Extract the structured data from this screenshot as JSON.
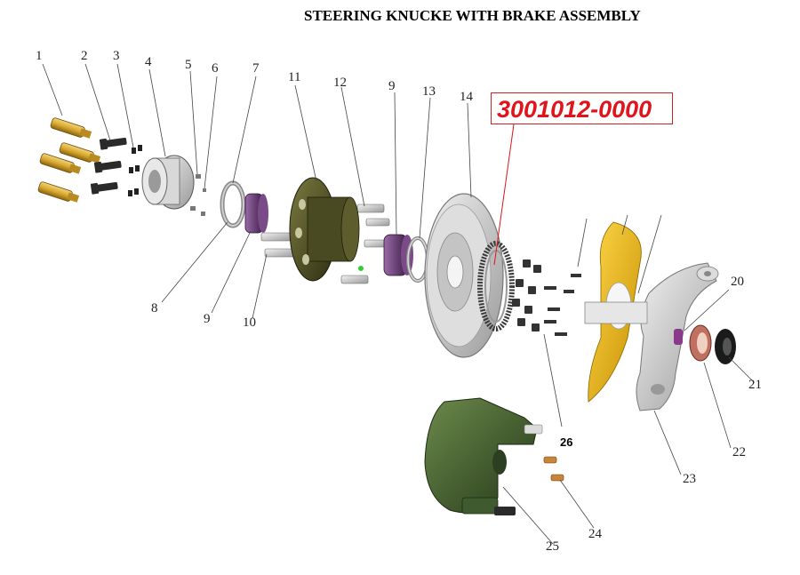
{
  "title": "STEERING KNUCKE WITH BRAKE ASSEMBLY",
  "part_number": "3001012-0000",
  "callouts": {
    "c1": "1",
    "c2": "2",
    "c3": "3",
    "c4": "4",
    "c5": "5",
    "c6": "6",
    "c7": "7",
    "c8": "8",
    "c9a": "9",
    "c9b": "9",
    "c10": "10",
    "c11": "11",
    "c12": "12",
    "c13": "13",
    "c14": "14",
    "c20": "20",
    "c21": "21",
    "c22": "22",
    "c23": "23",
    "c24": "24",
    "c25": "25",
    "c26": "26"
  },
  "colors": {
    "brass": "#d9a930",
    "hub": "#4a4a22",
    "bearing": "#6a3c7a",
    "caliper": "#3f5a2e",
    "shield": "#e8b400",
    "disc": "#d2d2d2",
    "knuckle": "#cfcfcf",
    "leader_red": "#e0141b"
  }
}
